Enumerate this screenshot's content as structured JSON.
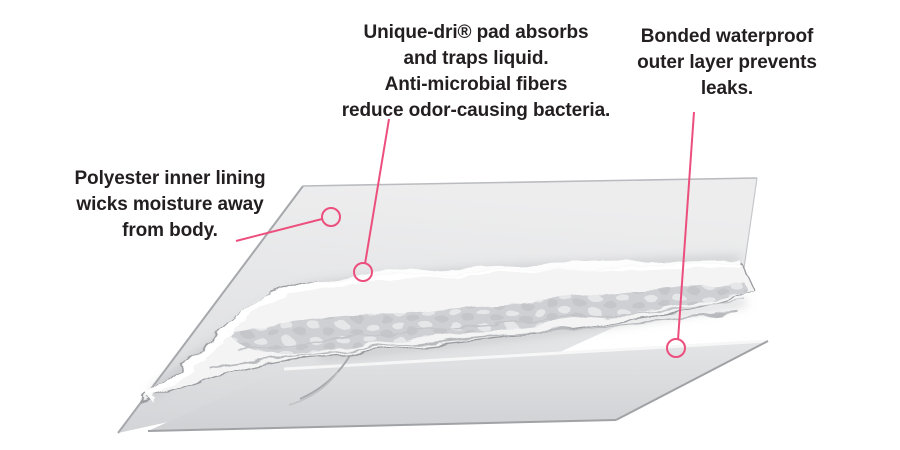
{
  "figure": {
    "background": "#ffffff",
    "accent_color": "#ec4f7d",
    "text_color": "#231f20"
  },
  "annotations": {
    "inner_lining": {
      "lines": [
        "Polyester inner lining",
        "wicks moisture away",
        "from body."
      ]
    },
    "pad": {
      "lines": [
        "Unique-dri® pad absorbs",
        "and traps liquid.",
        "Anti-microbial fibers",
        "reduce odor-causing bacteria."
      ]
    },
    "outer_layer": {
      "lines": [
        "Bonded waterproof",
        "outer layer prevents",
        "leaks."
      ]
    }
  },
  "diagram": {
    "layers": [
      {
        "name": "polyester-inner-lining"
      },
      {
        "name": "unique-dri-absorbent-pad"
      },
      {
        "name": "bonded-waterproof-outer-layer"
      }
    ]
  }
}
